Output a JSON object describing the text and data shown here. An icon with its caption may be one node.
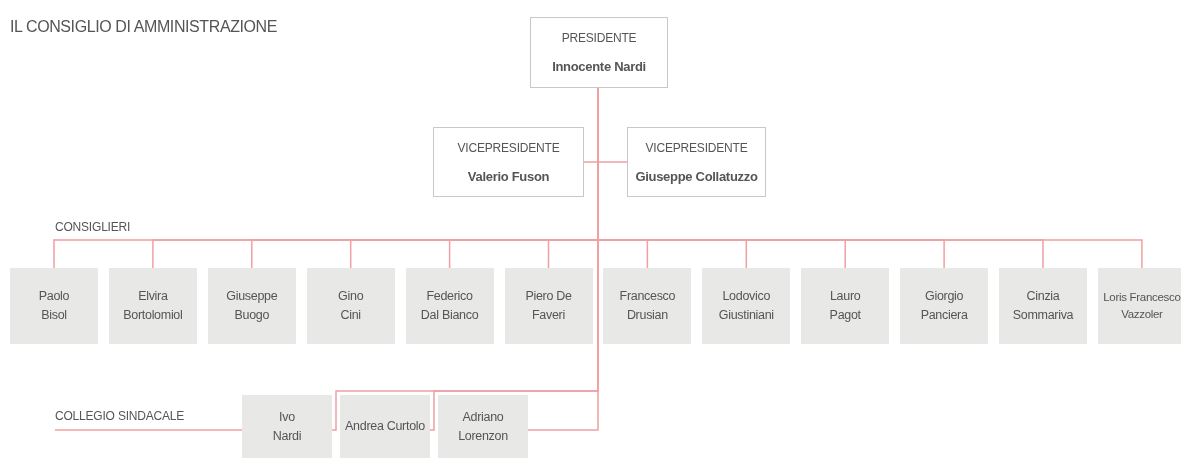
{
  "diagram": {
    "title": "IL CONSIGLIO DI AMMINISTRAZIONE",
    "nodes": [
      {
        "text": [
          "PRESIDENTE",
          "Innocente Nardi"
        ]
      },
      {
        "text": [
          "VICEPRESIDENTE",
          "Valerio Fuson"
        ]
      },
      {
        "text": [
          "VICEPRESIDENTE",
          "Giuseppe Collatuzzo"
        ]
      },
      {
        "text": [
          "Paolo Bisol"
        ]
      },
      {
        "text": [
          "Elvira Bortolomiol"
        ]
      },
      {
        "text": [
          "Giuseppe Buogo"
        ]
      },
      {
        "text": [
          "Gino Cini"
        ]
      },
      {
        "text": [
          "Federico Dal Bianco"
        ]
      },
      {
        "text": [
          "Piero De Faveri"
        ]
      },
      {
        "text": [
          "Francesco Drusian"
        ]
      },
      {
        "text": [
          "Lodovico Giustiniani"
        ]
      },
      {
        "text": [
          "Lauro Pagot"
        ]
      },
      {
        "text": [
          "Giorgio Panciera"
        ]
      },
      {
        "text": [
          "Cinzia Sommariva"
        ]
      },
      {
        "text": [
          "Loris Francesco Vazzoler"
        ]
      },
      {
        "text": [
          "Ivo Nardi"
        ]
      },
      {
        "text": [
          "Andrea Curtolo"
        ]
      },
      {
        "text": [
          "Adriano Lorenzon"
        ]
      }
    ],
    "edges": [
      {
        "from": 0,
        "to": 1,
        "arrow": "none"
      },
      {
        "from": 0,
        "to": 2,
        "arrow": "none"
      },
      {
        "from": 0,
        "to": 3,
        "arrow": "none"
      },
      {
        "from": 0,
        "to": 4,
        "arrow": "none"
      },
      {
        "from": 0,
        "to": 5,
        "arrow": "none"
      },
      {
        "from": 0,
        "to": 6,
        "arrow": "none"
      },
      {
        "from": 0,
        "to": 7,
        "arrow": "none"
      },
      {
        "from": 0,
        "to": 8,
        "arrow": "none"
      },
      {
        "from": 0,
        "to": 9,
        "arrow": "none"
      },
      {
        "from": 0,
        "to": 10,
        "arrow": "none"
      },
      {
        "from": 0,
        "to": 11,
        "arrow": "none"
      },
      {
        "from": 0,
        "to": 12,
        "arrow": "none"
      },
      {
        "from": 0,
        "to": 13,
        "arrow": "none"
      },
      {
        "from": 0,
        "to": 14,
        "arrow": "none"
      },
      {
        "from": 0,
        "to": 15,
        "arrow": "none"
      },
      {
        "from": 0,
        "to": 16,
        "arrow": "none"
      },
      {
        "from": 0,
        "to": 17,
        "arrow": "none"
      }
    ],
    "labels": [
      "CONSIGLIERI",
      "COLLEGIO SINDACALE"
    ]
  }
}
